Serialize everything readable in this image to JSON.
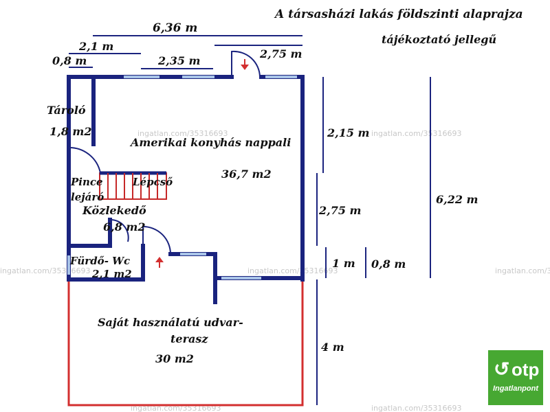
{
  "title": {
    "line1": "A társasházi lakás földszinti alaprajza",
    "line2": "tájékoztató jellegű"
  },
  "dimensions": {
    "total_width": "6,36 m",
    "left_upper": "2,1 m",
    "left_small": "0,8 m",
    "window_span": "2,35 m",
    "right_span": "2,75 m",
    "right_top": "2,15 m",
    "right_mid": "2,75 m",
    "right_small_a": "1 m",
    "right_small_b": "0,8 m",
    "total_height": "6,22 m",
    "terrace_depth": "4 m"
  },
  "rooms": {
    "storage_name": "Tároló",
    "storage_area": "1,8 m2",
    "living_name": "Amerikai konyhás nappali",
    "living_area": "36,7 m2",
    "cellar_line1": "Pince",
    "cellar_line2": "lejáró",
    "stairs": "Lépcső",
    "hall_name": "Közlekedő",
    "hall_area": "6,8 m2",
    "bath_name": "Fürdő- Wc",
    "bath_area": "2,1 m2",
    "terrace_line1": "Saját használatú udvar-",
    "terrace_line2": "terasz",
    "terrace_area": "30 m2"
  },
  "watermark": "ingatlan.com/35316693",
  "logo": {
    "name": "otp",
    "sub": "Ingatlanpont"
  },
  "colors": {
    "wall": "#1a237e",
    "window": "#a9c4e8",
    "terrace": "#d32f2f",
    "stairs": "#c62828",
    "dimension": "#1a237e",
    "logo_bg": "#47a832"
  }
}
